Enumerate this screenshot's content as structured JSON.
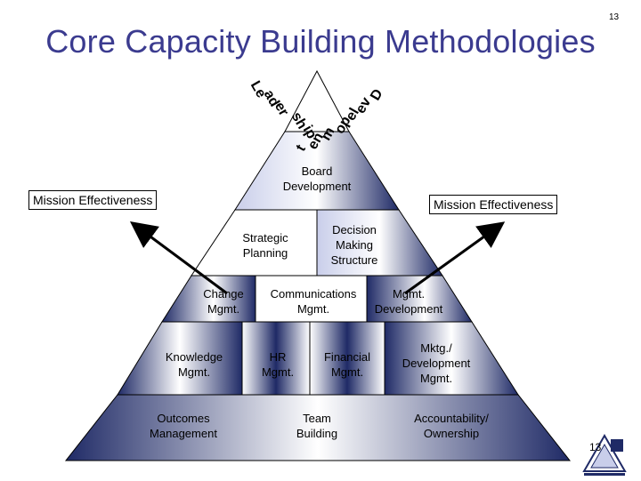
{
  "slide": {
    "number": "13",
    "title": "Core Capacity Building Methodologies"
  },
  "apex": {
    "left_letters": [
      "Le",
      "ad",
      "er",
      "sh",
      "ip"
    ],
    "right_letters": [
      "D",
      "ev",
      "el",
      "op",
      "m",
      "en",
      "t"
    ]
  },
  "side_labels": {
    "left": "Mission Effectiveness",
    "right": "Mission Effectiveness"
  },
  "tiers": {
    "board": "Board Development",
    "strategic": "Strategic Planning",
    "decision": "Decision Making Structure",
    "change": "Change Mgmt.",
    "communications": "Communications Mgmt.",
    "mgmt_dev": "Mgmt. Development",
    "knowledge": "Knowledge Mgmt.",
    "hr": "HR Mgmt.",
    "financial": "Financial Mgmt.",
    "mktg": "Mktg./ Development Mgmt.",
    "outcomes": "Outcomes Management",
    "team": "Team Building",
    "accountability": "Accountability/ Ownership"
  },
  "footer": {
    "page_badge": "13"
  },
  "colors": {
    "pyramid_dark": "#1f2a66",
    "pyramid_light": "#e9ebf7",
    "title": "#3b3b8f"
  }
}
